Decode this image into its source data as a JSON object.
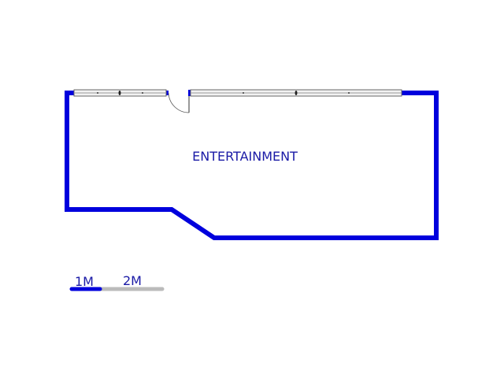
{
  "room": {
    "name": "ENTERTAINMENT"
  },
  "scale_bar": {
    "label_1": "1M",
    "label_2": "2M"
  },
  "colors": {
    "wall": "#0000dd",
    "text": "#1a1aa6",
    "scale_grey": "#bbbbbb",
    "window_line": "#666666"
  }
}
